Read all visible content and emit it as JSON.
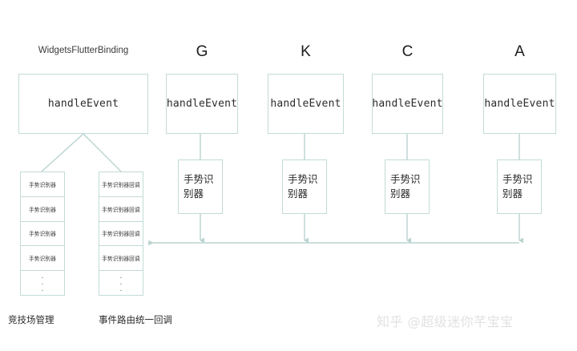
{
  "diagram": {
    "root": {
      "title": "WidgetsFlutterBinding",
      "handler_label": "handleEvent"
    },
    "columns": [
      {
        "letter": "G",
        "handler_label": "handleEvent",
        "gesture_label": "手势识别器"
      },
      {
        "letter": "K",
        "handler_label": "handleEvent",
        "gesture_label": "手势识别器"
      },
      {
        "letter": "C",
        "handler_label": "handleEvent",
        "gesture_label": "手势识别器"
      },
      {
        "letter": "A",
        "handler_label": "handleEvent",
        "gesture_label": "手势识别器"
      }
    ],
    "stacks": [
      {
        "name": "arena-stack",
        "caption": "竞技场管理",
        "cells": [
          "手势识别器",
          "手势识别器",
          "手势识别器",
          "手势识别器"
        ],
        "ellipsis": "⋮"
      },
      {
        "name": "callback-stack",
        "caption": "事件路由统一回调",
        "cells": [
          "手势识别器回调",
          "手势识别器回调",
          "手势识别器回调",
          "手势识别器回调"
        ],
        "ellipsis": "⋮"
      }
    ],
    "watermark": "知乎 @超级迷你芊宝宝",
    "colors": {
      "border": "#c3dbd7",
      "connector": "#b9d3cf",
      "text": "#2b2b2b",
      "background": "#ffffff",
      "watermark": "#e2e2e2"
    }
  }
}
